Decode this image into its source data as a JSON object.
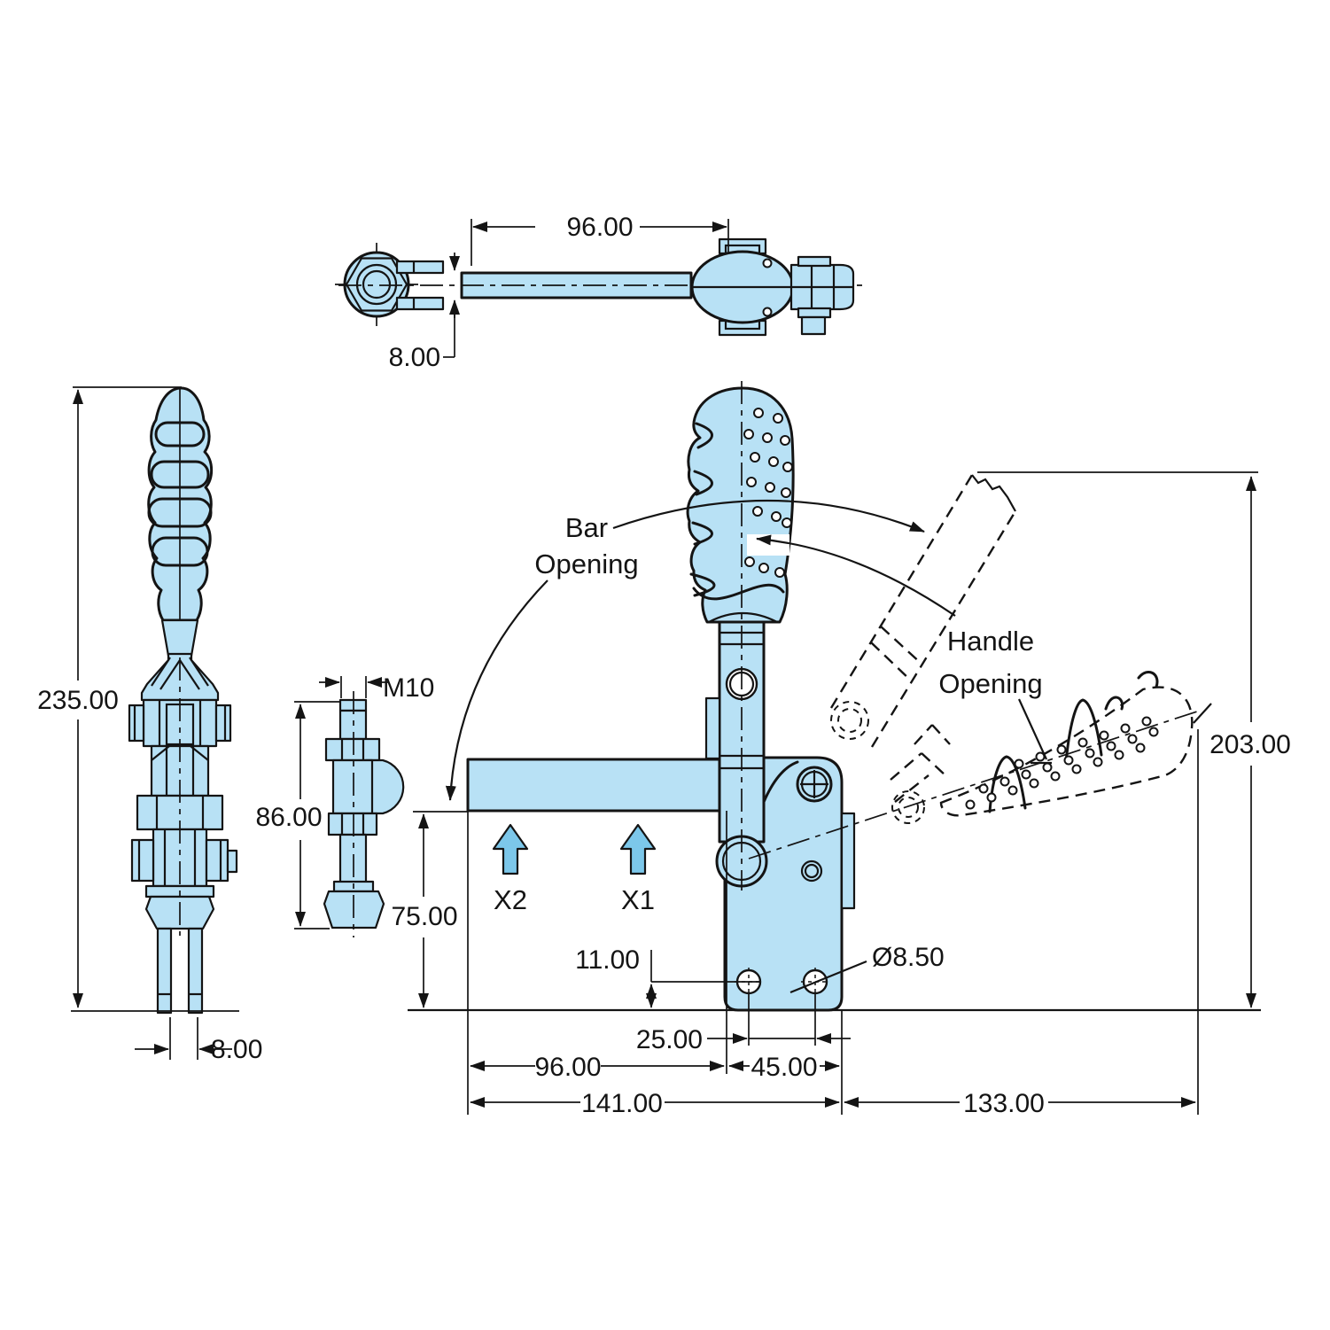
{
  "colors": {
    "part_fill": "#b8e1f5",
    "arrow_fill": "#7cc7ea",
    "line": "#141414",
    "background": "#ffffff"
  },
  "callouts": {
    "bar": "Bar",
    "bar_opening": "Opening",
    "handle": "Handle",
    "handle_opening": "Opening"
  },
  "force_labels": {
    "x1": "X1",
    "x2": "X2"
  },
  "dimensions": {
    "top_bar_length": "96.00",
    "top_bar_thickness": "8.00",
    "side_overall_height": "235.00",
    "side_prong_gap": "8.00",
    "spindle_thread": "M10",
    "spindle_length": "86.00",
    "clamp_height": "75.00",
    "hole_offset": "11.00",
    "hole_spacing": "25.00",
    "bar_reach": "96.00",
    "body_width": "45.00",
    "overall_length": "141.00",
    "handle_reach": "133.00",
    "open_height": "203.00",
    "hole_diameter": "Ø8.50"
  }
}
